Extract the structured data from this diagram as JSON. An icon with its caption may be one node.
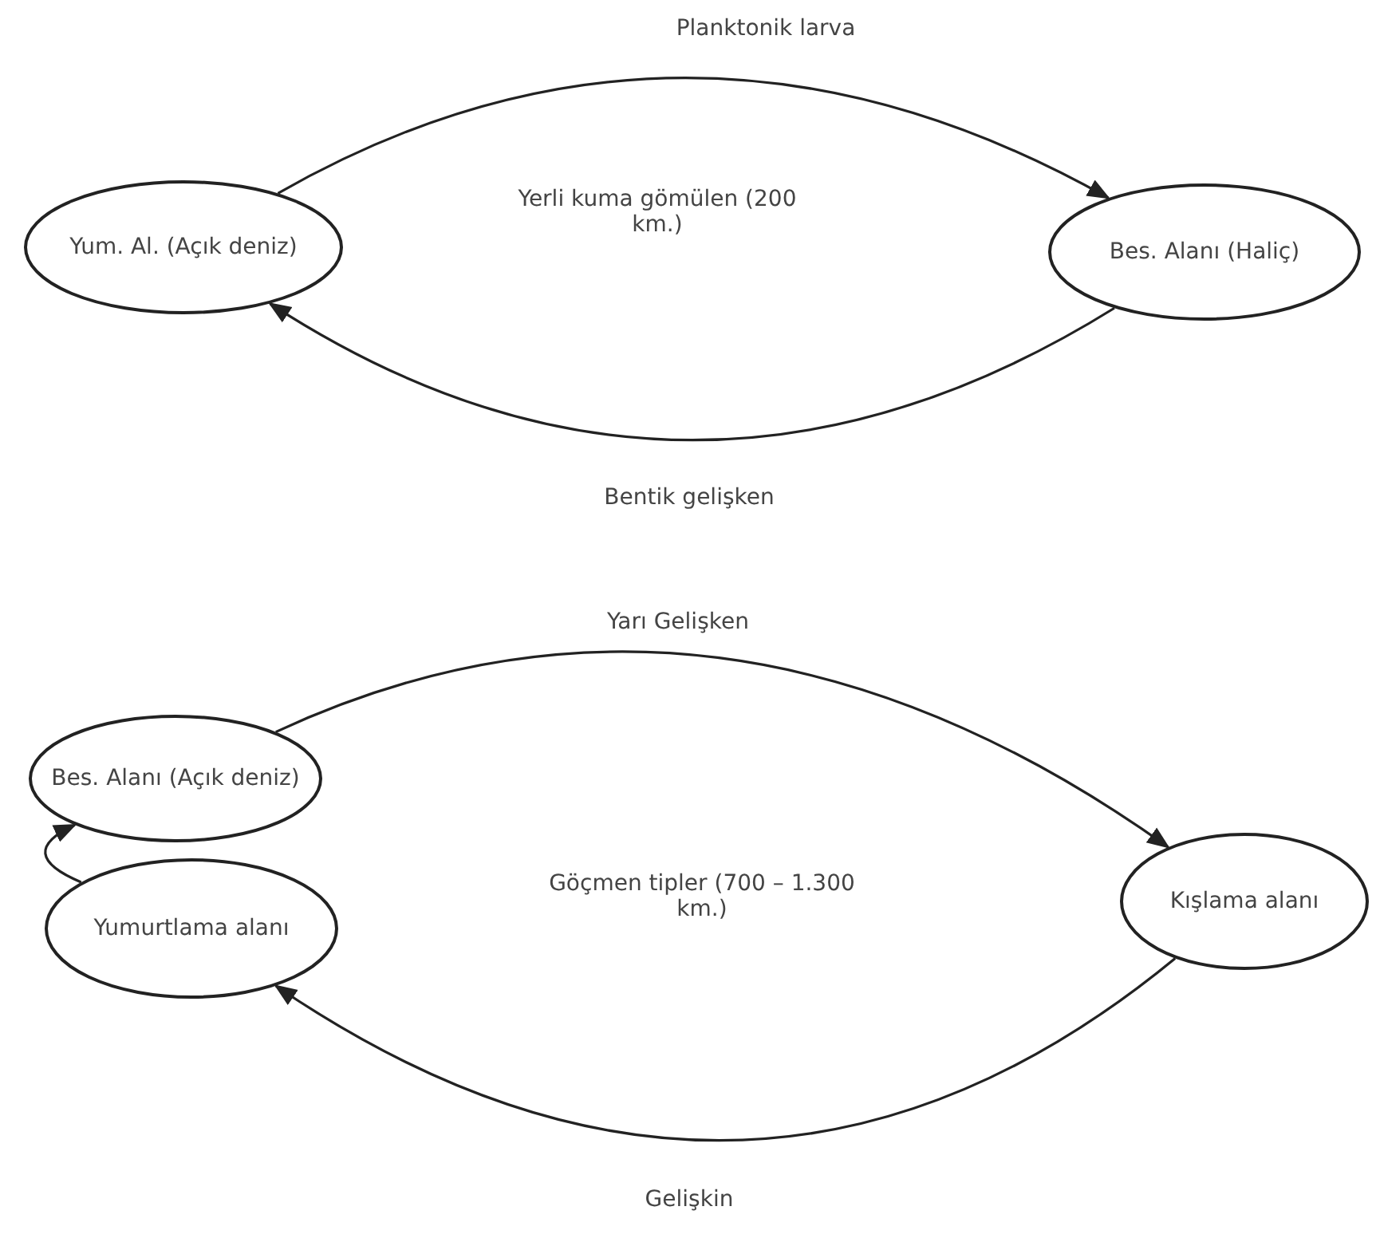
{
  "diagram": {
    "nodes": [
      {
        "text": [
          "Yum. Al. (Açık deniz)"
        ]
      },
      {
        "text": [
          "Bes. Alanı (Haliç)"
        ]
      },
      {
        "text": [
          "Bes. Alanı (Açık deniz)"
        ]
      },
      {
        "text": [
          "Yumurtlama alanı"
        ]
      },
      {
        "text": [
          "Kışlama alanı"
        ]
      }
    ],
    "edges": [
      {
        "from": 0,
        "to": 1,
        "arrow": "to",
        "label": "Planktonik larva"
      },
      {
        "from": 1,
        "to": 0,
        "arrow": "to",
        "label": "Bentik gelişken"
      },
      {
        "from": 2,
        "to": 4,
        "arrow": "to",
        "label": "Yarı Gelişken"
      },
      {
        "from": 4,
        "to": 3,
        "arrow": "to",
        "label": "Gelişkin"
      },
      {
        "from": 3,
        "to": 2,
        "arrow": "to"
      }
    ],
    "labels": [
      "Yerli kuma gömülen (200 km.)",
      "Göçmen tipler (700 – 1.300 km.)"
    ]
  }
}
